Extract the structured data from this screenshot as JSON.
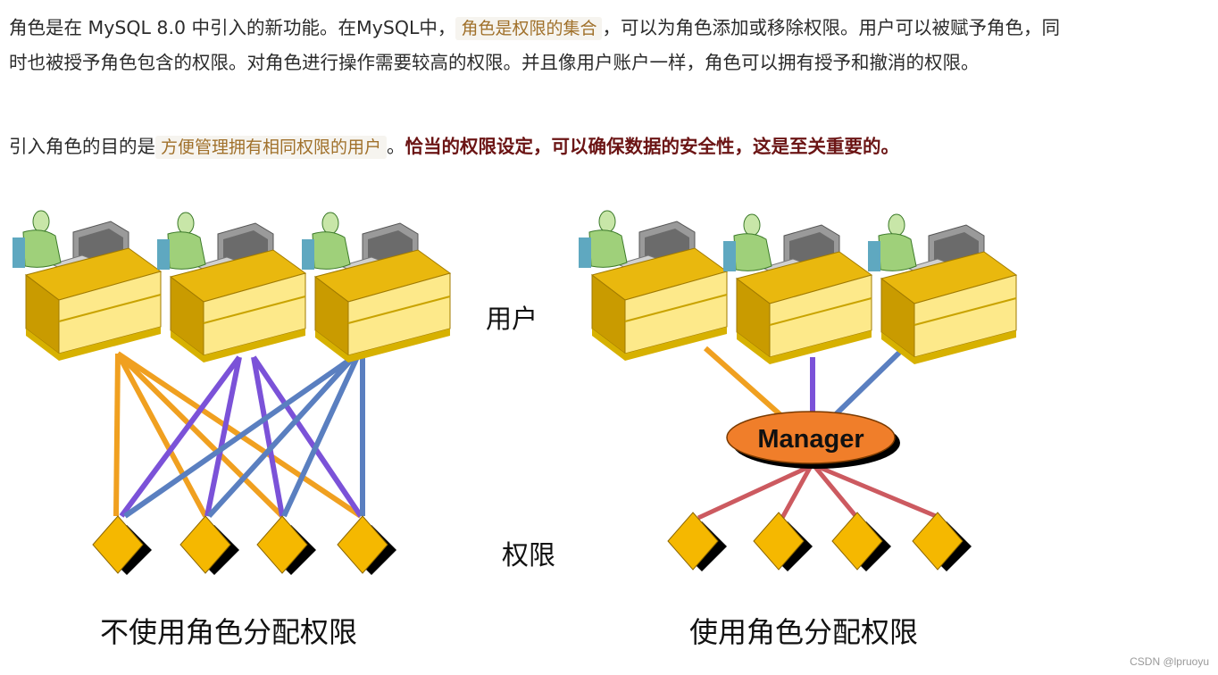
{
  "intro": {
    "part1": "角色是在 MySQL 8.0 中引入的新功能。在MySQL中，",
    "code1": "角色是权限的集合",
    "part2": "，可以为角色添加或移除权限。用户可以被赋予角色，同时也被授予角色包含的权限。对角色进行操作需要较高的权限。并且像用户账户一样，角色可以拥有授予和撤消的权限。"
  },
  "purpose": {
    "part1": "引入角色的目的是",
    "code1": "方便管理拥有相同权限的用户",
    "part2": "。",
    "emphasis": "恰当的权限设定，可以确保数据的安全性，这是至关重要的。"
  },
  "diagram": {
    "users_label": "用户",
    "permissions_label": "权限",
    "manager_label": "Manager",
    "left_caption": "不使用角色分配权限",
    "right_caption": "使用角色分配权限",
    "colors": {
      "orange": "#f0a020",
      "purple": "#7b52d8",
      "blue": "#5a7fc0",
      "red": "#cc5a60",
      "desk": "#f2c318",
      "manager": "#f07e2a",
      "diamond": "#f5b800"
    },
    "icons": [
      "user-workstation-icon",
      "permission-diamond-icon"
    ]
  },
  "watermark": "CSDN @lpruoyu"
}
